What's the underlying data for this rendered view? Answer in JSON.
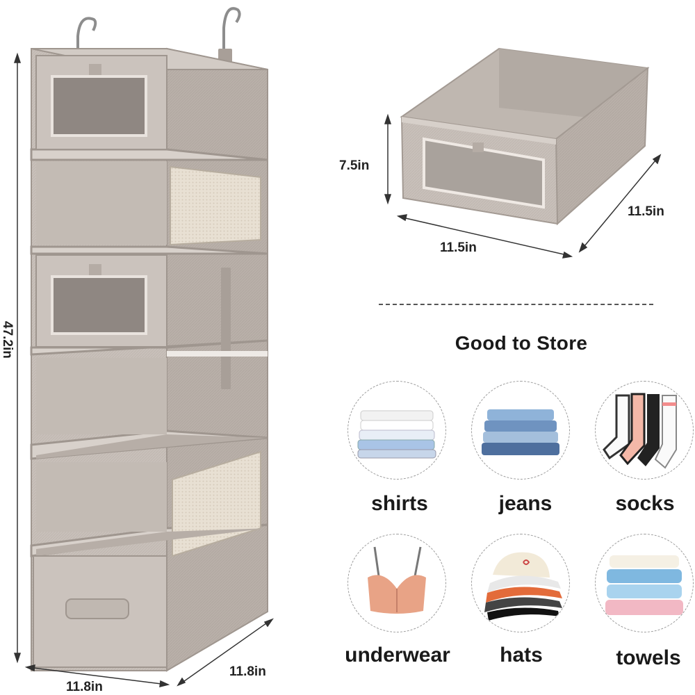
{
  "dimensions": {
    "organizer_height": "47.2in",
    "organizer_width": "11.8in",
    "organizer_depth": "11.8in",
    "bin_height": "7.5in",
    "bin_width": "11.5in",
    "bin_depth": "11.5in"
  },
  "section_heading": "Good to Store",
  "items": [
    {
      "label": "shirts",
      "icon": "shirts-icon"
    },
    {
      "label": "jeans",
      "icon": "jeans-icon"
    },
    {
      "label": "socks",
      "icon": "socks-icon"
    },
    {
      "label": "underwear",
      "icon": "underwear-icon"
    },
    {
      "label": "hats",
      "icon": "hats-icon"
    },
    {
      "label": "towels",
      "icon": "towels-icon"
    }
  ],
  "colors": {
    "fabric": "#c9c1bb",
    "fabric_dark": "#a69d96",
    "fabric_light": "#ddd6d1",
    "mesh": "#e5ddd0",
    "window": "#8c8580"
  }
}
